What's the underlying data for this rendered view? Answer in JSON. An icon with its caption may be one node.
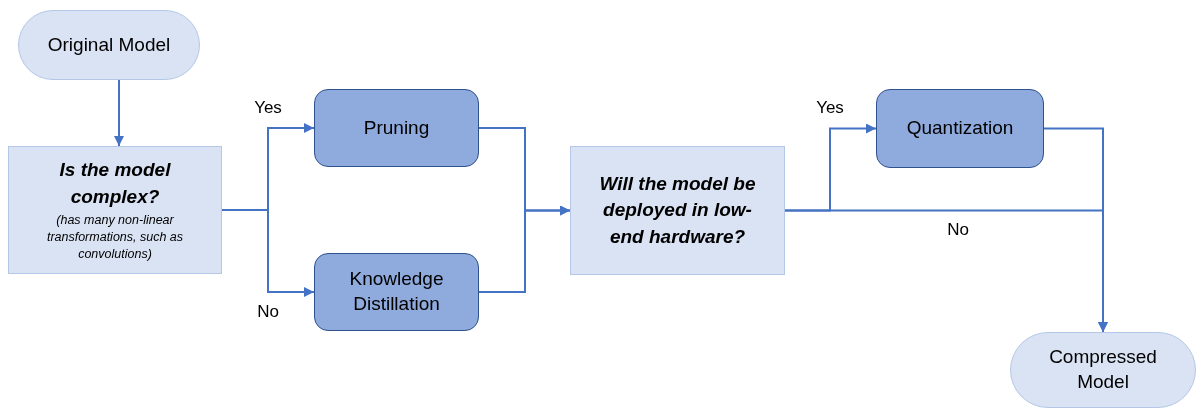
{
  "diagram": {
    "nodes": [
      {
        "text": [
          "Original Model"
        ]
      },
      {
        "text": [
          "Is the model complex?",
          "(has many non-linear transformations, such as convolutions)"
        ]
      },
      {
        "text": [
          "Pruning"
        ]
      },
      {
        "text": [
          "Knowledge Distillation"
        ]
      },
      {
        "text": [
          "Will the model be deployed in low-end hardware?"
        ]
      },
      {
        "text": [
          "Quantization"
        ]
      },
      {
        "text": [
          "Compressed Model"
        ]
      }
    ],
    "edges": [
      {
        "from": 0,
        "to": 1,
        "arrow": "to"
      },
      {
        "from": 1,
        "to": 2,
        "arrow": "to",
        "label": "Yes"
      },
      {
        "from": 1,
        "to": 3,
        "arrow": "to",
        "label": "No"
      },
      {
        "from": 2,
        "to": 4,
        "arrow": "to"
      },
      {
        "from": 3,
        "to": 4,
        "arrow": "to"
      },
      {
        "from": 4,
        "to": 5,
        "arrow": "to",
        "label": "Yes"
      },
      {
        "from": 4,
        "to": 6,
        "arrow": "to",
        "label": "No"
      },
      {
        "from": 5,
        "to": 6,
        "arrow": "to"
      }
    ]
  }
}
